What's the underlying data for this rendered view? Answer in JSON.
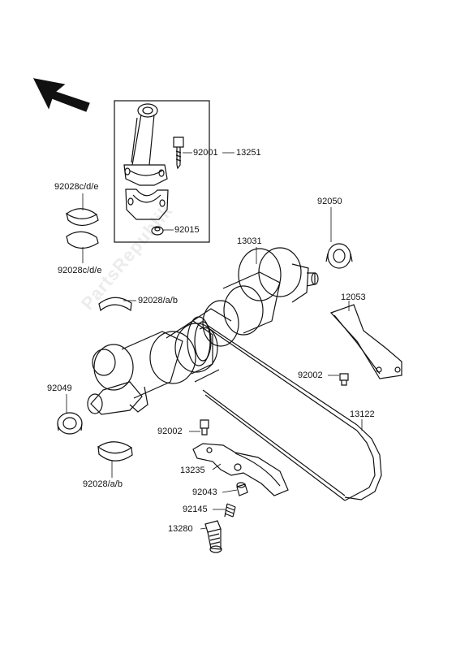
{
  "watermark": "PartsRepublik",
  "labels": {
    "p92001": "92001",
    "p13251": "13251",
    "p92015": "92015",
    "p92028cde_top": "92028c/d/e",
    "p92028cde_bottom": "92028c/d/e",
    "p92050": "92050",
    "p13031": "13031",
    "p12053": "12053",
    "p92028ab_top": "92028/a/b",
    "p92002_right": "92002",
    "p92049": "92049",
    "p13122": "13122",
    "p92002_left": "92002",
    "p13235": "13235",
    "p92028ab_bottom": "92028/a/b",
    "p92043": "92043",
    "p92145": "92145",
    "p13280": "13280"
  }
}
